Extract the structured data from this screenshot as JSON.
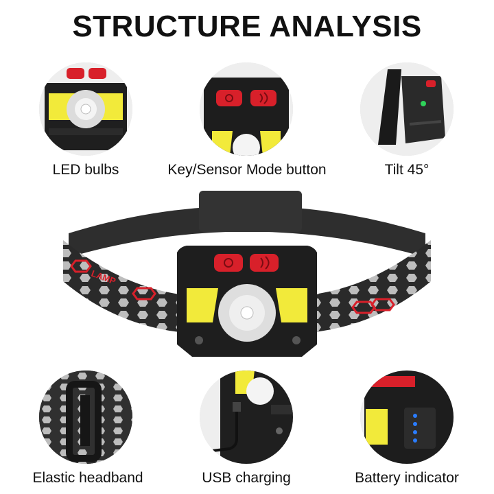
{
  "title": "STRUCTURE ANALYSIS",
  "features": {
    "top": [
      {
        "label": "LED bulbs",
        "icon": "led-bulbs-closeup"
      },
      {
        "label": "Key/Sensor Mode button",
        "icon": "key-sensor-button-closeup"
      },
      {
        "label": "Tilt 45°",
        "icon": "tilt-closeup"
      }
    ],
    "bottom": [
      {
        "label": "Elastic headband",
        "icon": "headband-buckle-closeup"
      },
      {
        "label": "USB charging",
        "icon": "usb-port-closeup"
      },
      {
        "label": "Battery indicator",
        "icon": "battery-indicator-closeup"
      }
    ]
  },
  "headband_print": "LAMP",
  "colors": {
    "accent_red": "#d8202a",
    "cob_yellow": "#f2ea3a",
    "housing": "#222222",
    "indicator_green": "#2fd35a",
    "indicator_blue": "#2a7dff"
  }
}
